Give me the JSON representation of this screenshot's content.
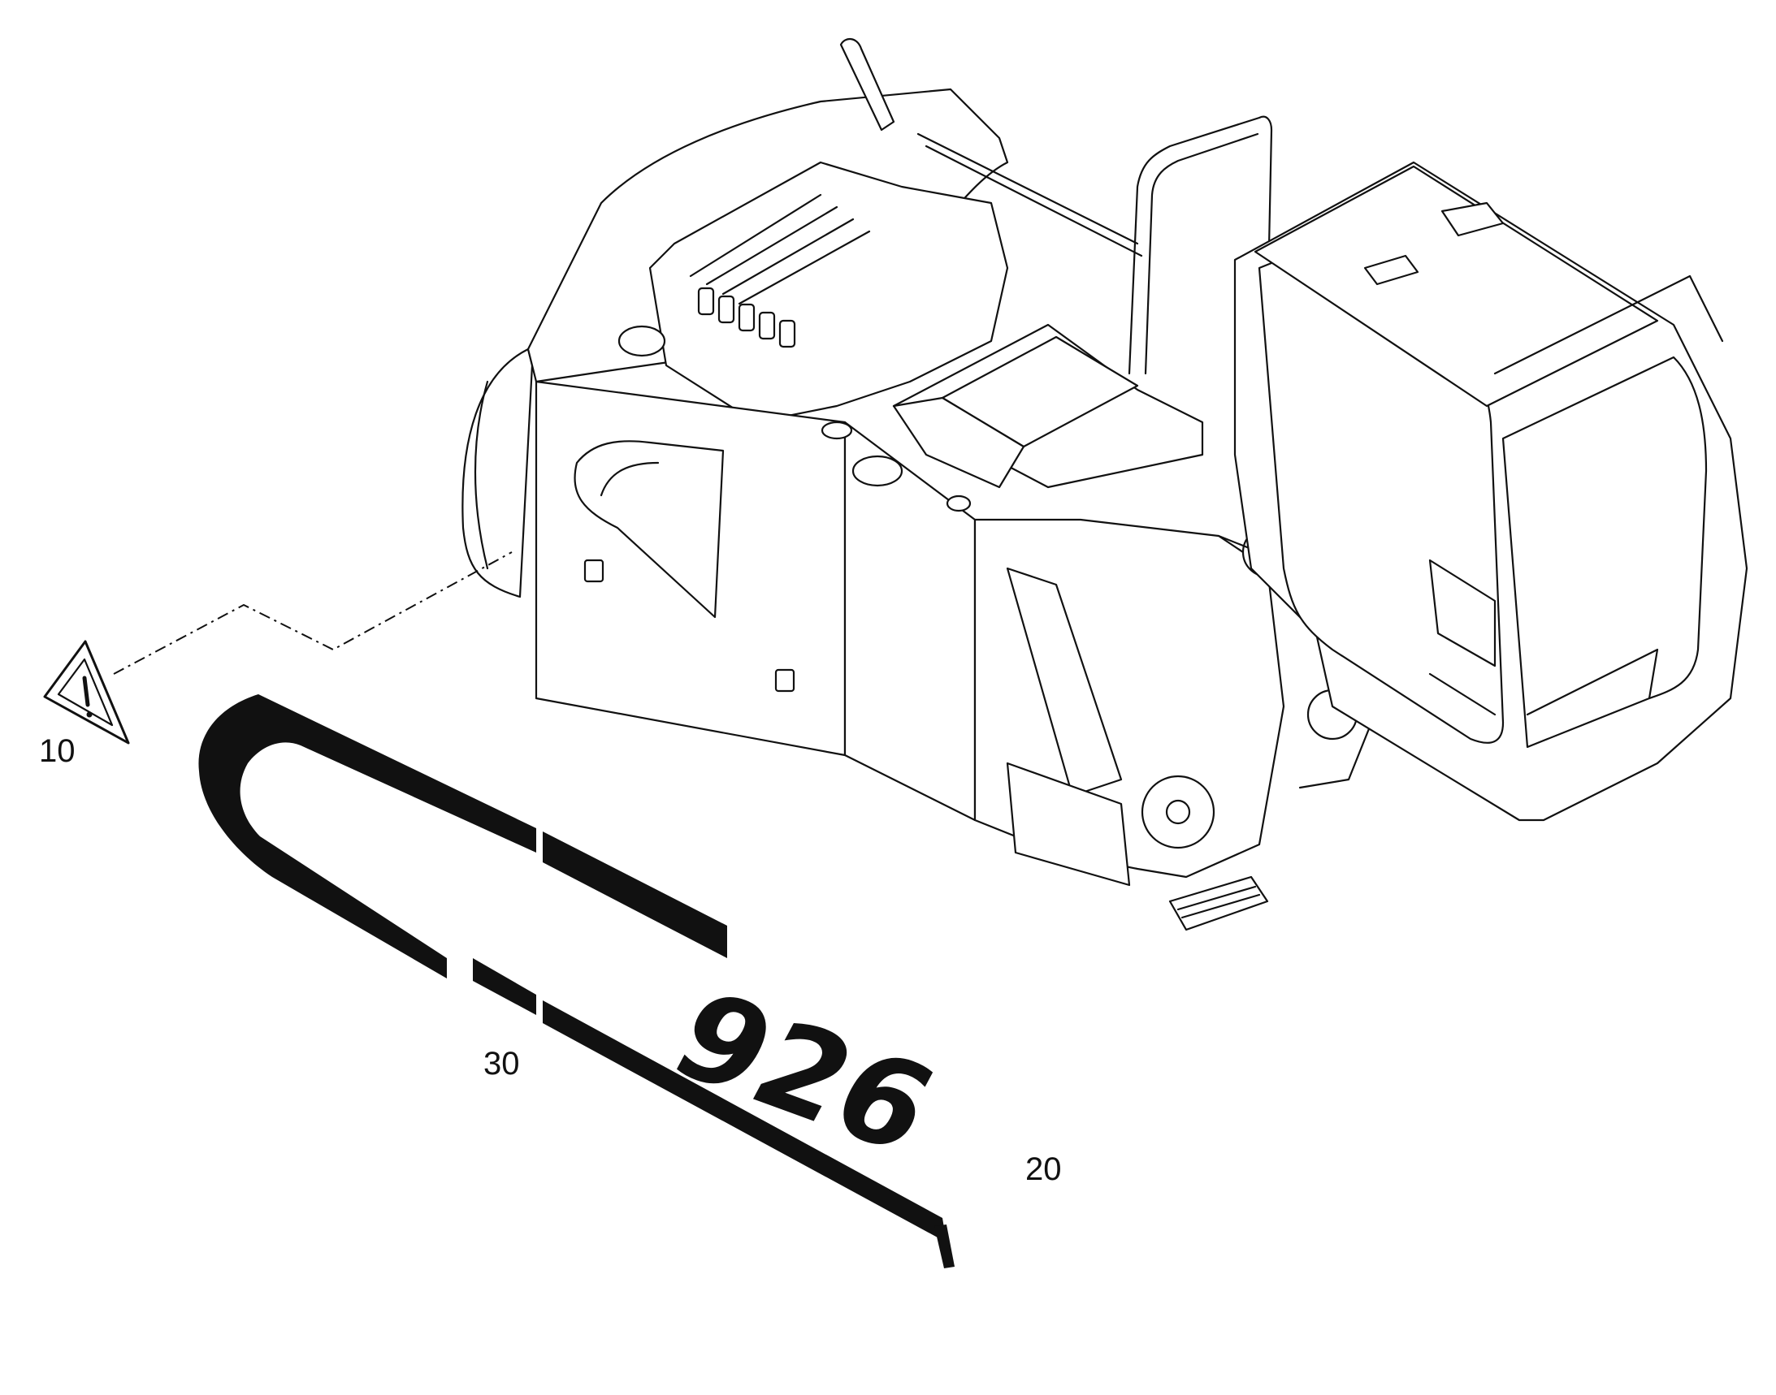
{
  "diagram": {
    "callouts": [
      {
        "id": "10",
        "label": "10"
      },
      {
        "id": "20",
        "label": "20"
      },
      {
        "id": "30",
        "label": "30"
      }
    ],
    "decal_number": "926",
    "colors": {
      "line": "#111111",
      "background": "#ffffff"
    },
    "icons": [
      "warning-triangle-icon"
    ]
  }
}
